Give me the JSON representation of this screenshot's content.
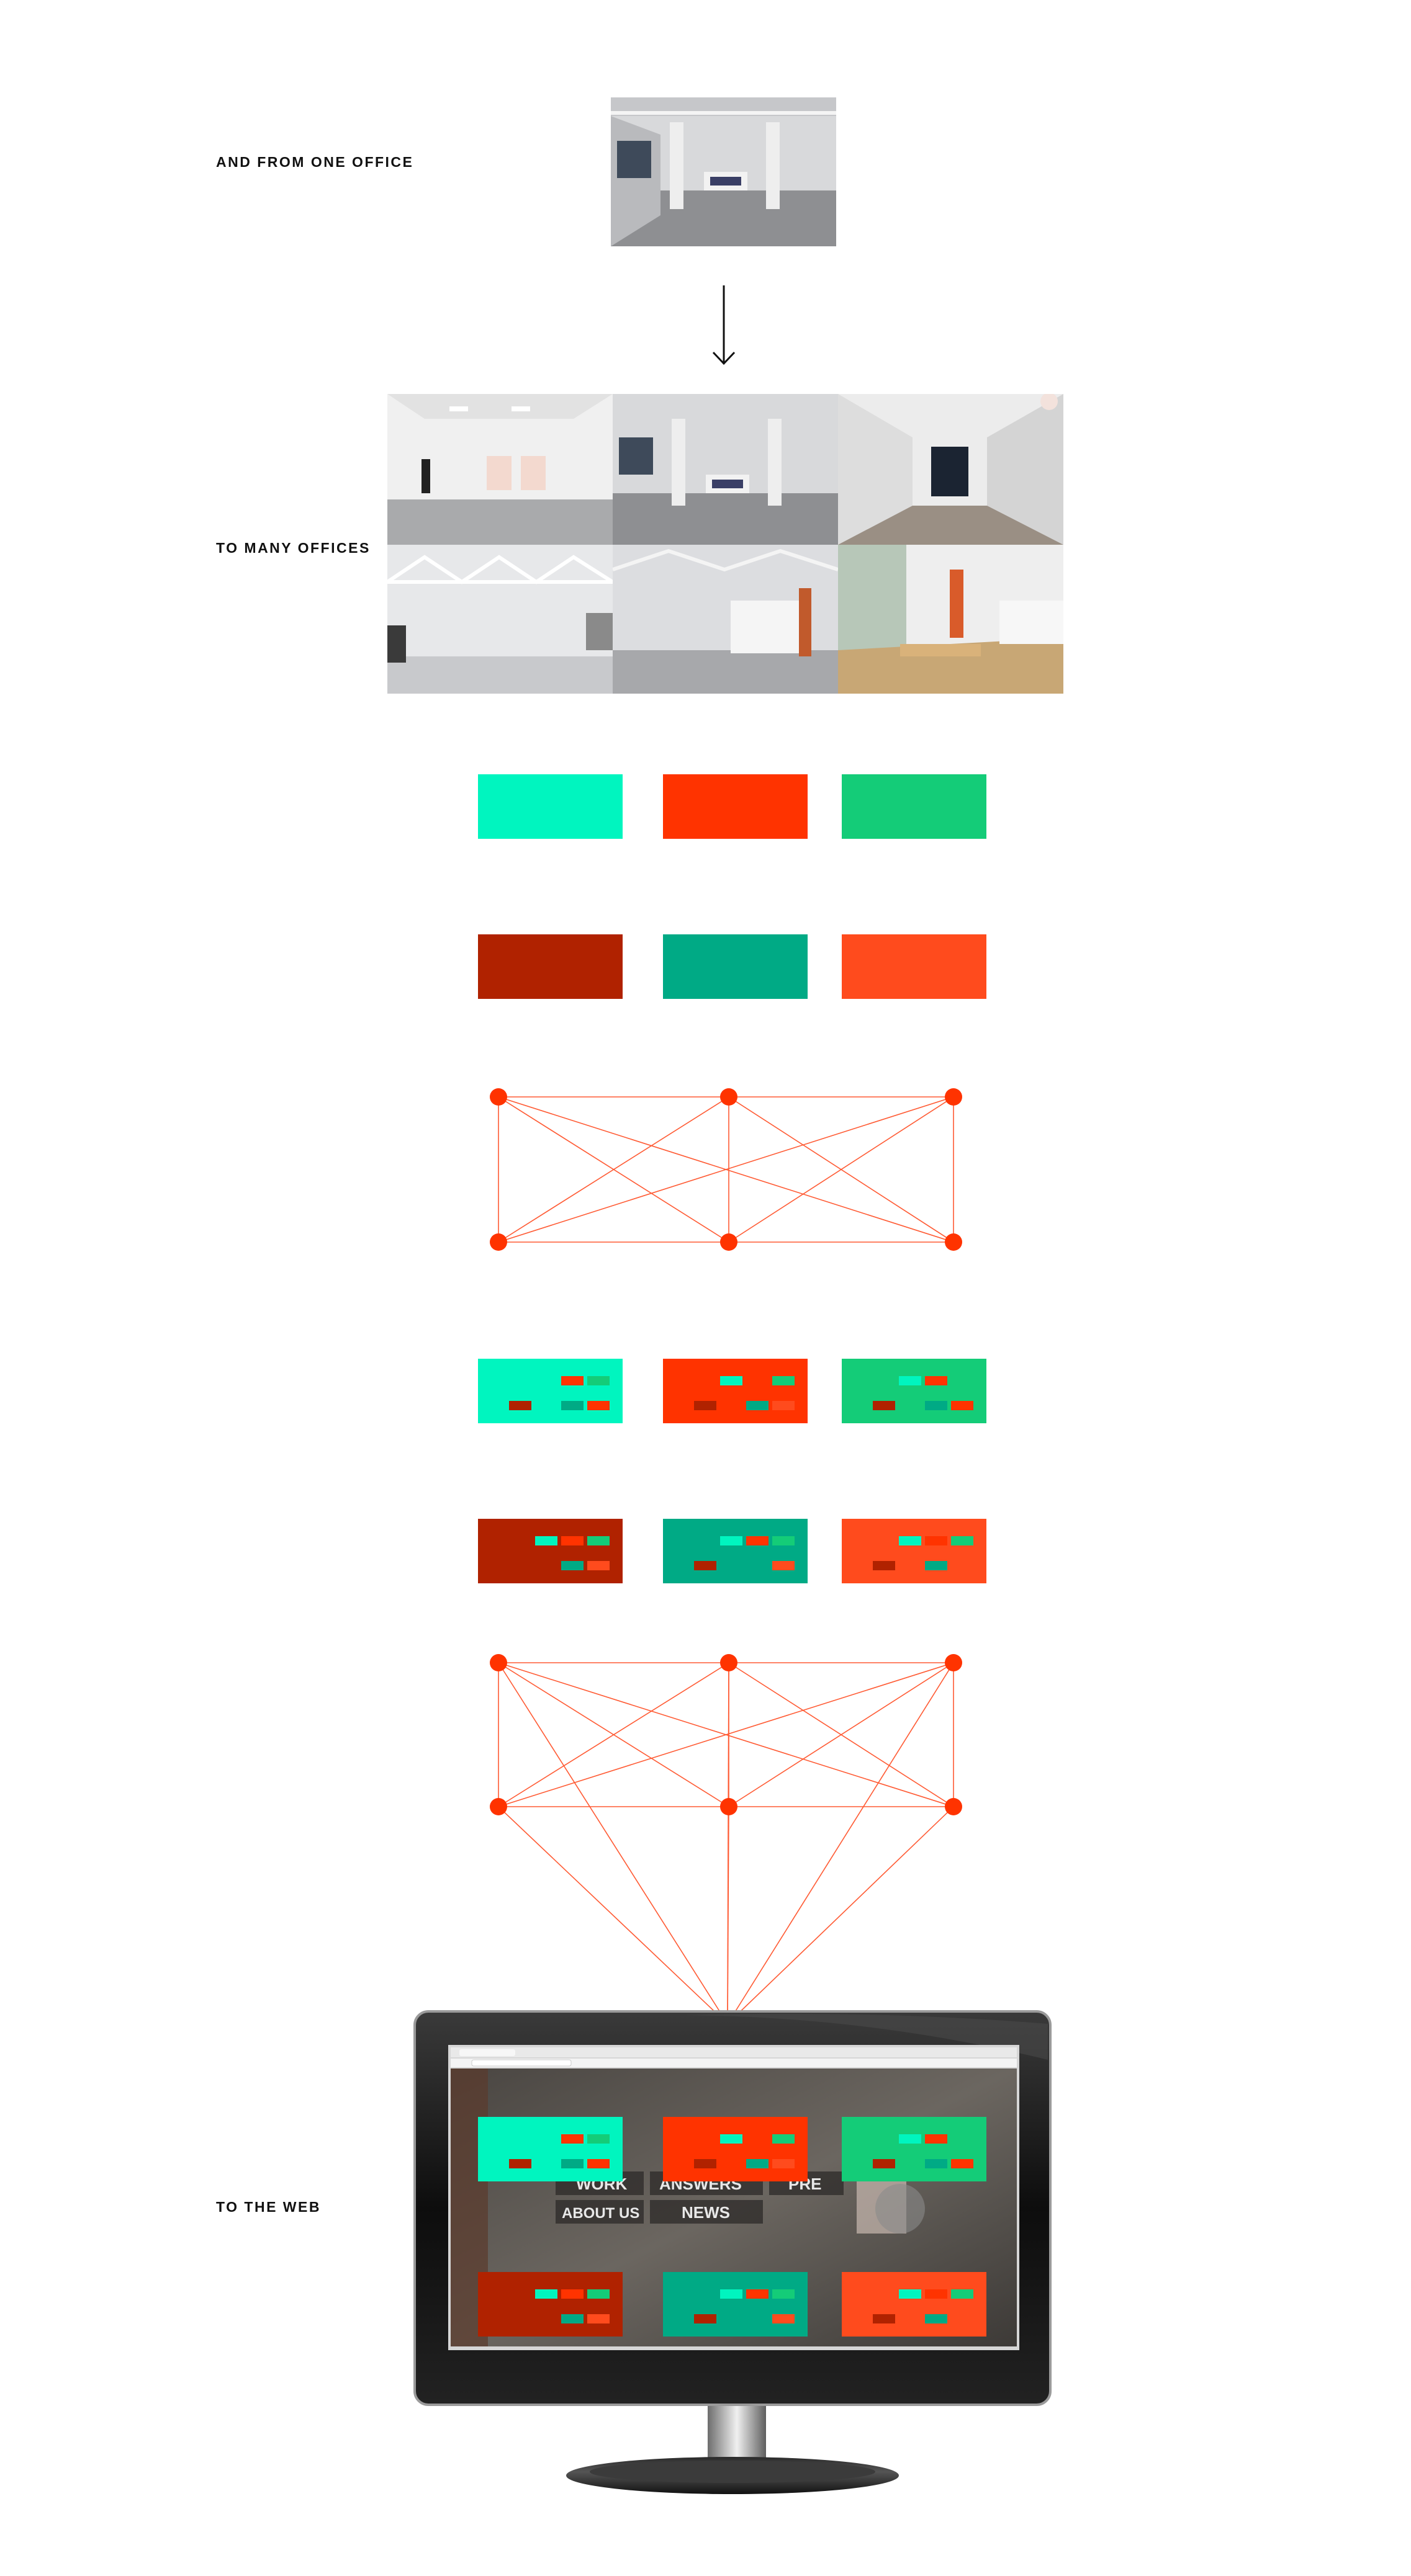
{
  "labels": {
    "one_office": "AND FROM ONE OFFICE",
    "many_offices": "TO MANY OFFICES",
    "web": "TO THE WEB"
  },
  "colors": {
    "aqua": "#00F5BF",
    "red": "#FF3300",
    "green": "#14CC78",
    "dark_red": "#B02200",
    "teal": "#00AA85",
    "orange": "#FF4B1D",
    "node": "#FF3300",
    "line": "#FF5A33"
  },
  "swatch_grid": [
    [
      "aqua",
      "red",
      "green"
    ],
    [
      "dark_red",
      "teal",
      "orange"
    ]
  ],
  "mini_patterns": [
    [
      [
        [
          null,
          "red",
          "green"
        ],
        [
          "dark_red",
          "teal",
          "red"
        ]
      ],
      [
        [
          "aqua",
          null,
          "green"
        ],
        [
          "dark_red",
          "teal",
          "orange"
        ]
      ],
      [
        [
          "aqua",
          "red",
          null
        ],
        [
          "dark_red",
          "teal",
          "red"
        ]
      ]
    ],
    [
      [
        [
          "aqua",
          "red",
          "green"
        ],
        [
          null,
          "teal",
          "orange"
        ]
      ],
      [
        [
          "aqua",
          "red",
          "green"
        ],
        [
          "dark_red",
          null,
          "orange"
        ]
      ],
      [
        [
          "aqua",
          "red",
          "green"
        ],
        [
          "dark_red",
          "teal",
          null
        ]
      ]
    ]
  ],
  "monitor": {
    "menu": [
      "WORK",
      "ANSWERS",
      "PRE",
      "ABOUT US",
      "NEWS"
    ],
    "screen_swatches": [
      [
        "aqua",
        "red",
        "green"
      ],
      [
        "dark_red",
        "teal",
        "orange"
      ]
    ]
  }
}
